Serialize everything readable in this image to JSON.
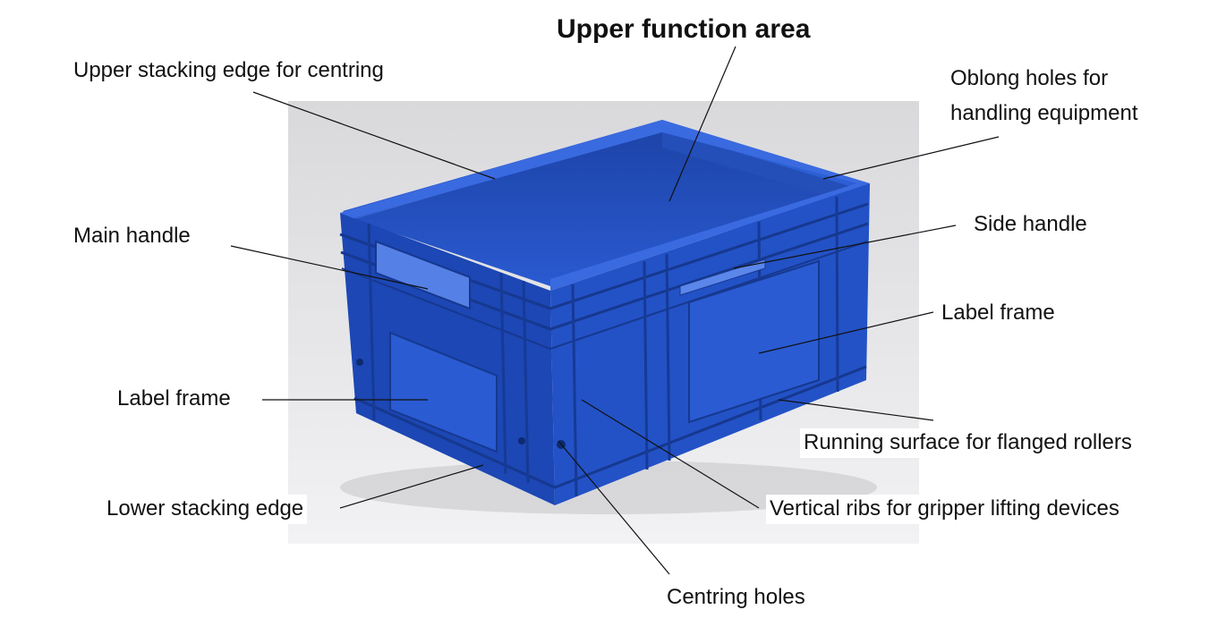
{
  "title": "Upper function area",
  "labels": {
    "upper_stacking_edge": "Upper stacking edge for centring",
    "oblong_holes_line1": "Oblong holes for",
    "oblong_holes_line2": "handling equipment",
    "main_handle": "Main handle",
    "side_handle": "Side handle",
    "label_frame_right": "Label frame",
    "label_frame_left": "Label frame",
    "running_surface": "Running surface for flanged rollers",
    "lower_stacking_edge": "Lower stacking edge",
    "vertical_ribs": "Vertical ribs for gripper lifting devices",
    "centring_holes": "Centring holes"
  },
  "colors": {
    "crate_blue": "#1f4fc0",
    "crate_dark": "#12348a",
    "crate_light": "#3a6ae0",
    "backdrop": "#e9e9ec",
    "leader_line": "#111111"
  }
}
